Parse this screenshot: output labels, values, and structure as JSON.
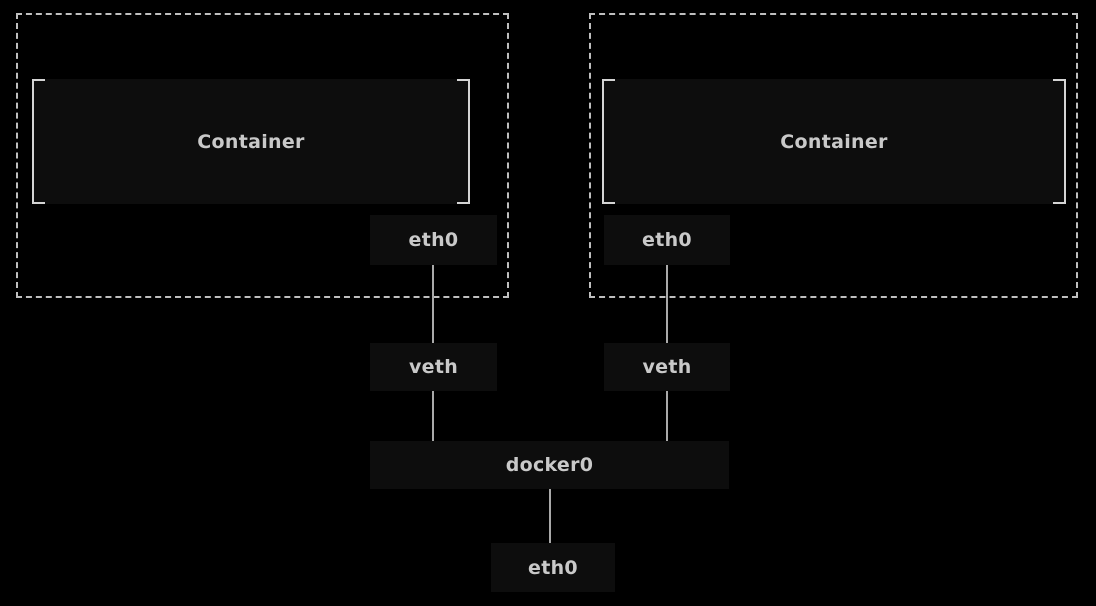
{
  "colors": {
    "background": "#000000",
    "node_fill": "#0d0d0d",
    "dashed_border": "#bfbfbf",
    "bracket": "#d4d4d4",
    "connector": "#a9a9a9",
    "label_text": "#c9c9c9"
  },
  "left_namespace": {
    "container_label": "Container",
    "eth_label": "eth0",
    "veth_label": "veth"
  },
  "right_namespace": {
    "container_label": "Container",
    "eth_label": "eth0",
    "veth_label": "veth"
  },
  "host": {
    "bridge_label": "docker0",
    "eth_label": "eth0"
  }
}
